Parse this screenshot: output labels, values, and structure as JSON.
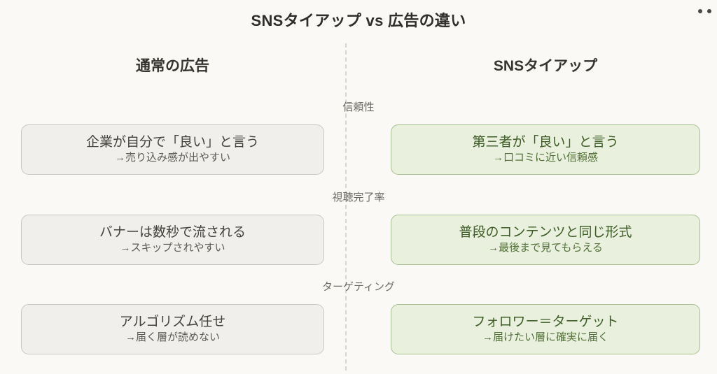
{
  "header": {
    "title": "SNSタイアップ vs 広告の違い",
    "corner_menu": "menu-dots"
  },
  "columns": {
    "left_label": "通常の広告",
    "right_label": "SNSタイアップ"
  },
  "rows": [
    {
      "label": "信頼性",
      "left": {
        "main": "企業が自分で「良い」と言う",
        "sub": "→売り込み感が出やすい"
      },
      "right": {
        "main": "第三者が「良い」と言う",
        "sub": "→口コミに近い信頼感"
      }
    },
    {
      "label": "視聴完了率",
      "left": {
        "main": "バナーは数秒で流される",
        "sub": "→スキップされやすい"
      },
      "right": {
        "main": "普段のコンテンツと同じ形式",
        "sub": "→最後まで見てもらえる"
      }
    },
    {
      "label": "ターゲティング",
      "left": {
        "main": "アルゴリズム任せ",
        "sub": "→届く層が読めない"
      },
      "right": {
        "main": "フォロワー＝ターゲット",
        "sub": "→届けたい層に確実に届く"
      }
    }
  ],
  "colors": {
    "background": "#faf9f6",
    "left_card_fill": "#f0efec",
    "left_card_border": "#c9c7c1",
    "right_card_fill": "#e9f0dd",
    "right_card_border": "#a8c08d",
    "right_text": "#3d5c26",
    "divider": "#d7d5d0"
  }
}
